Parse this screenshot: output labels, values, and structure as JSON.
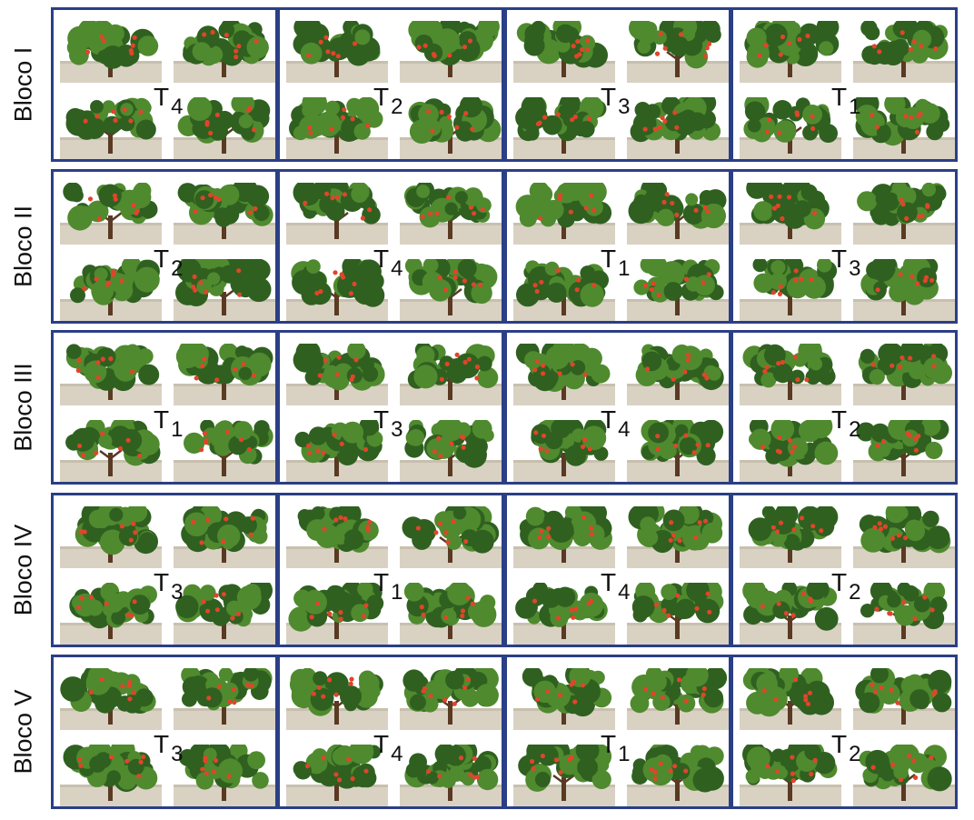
{
  "blocks": [
    {
      "label": "Bloco I",
      "treatments": [
        {
          "letter": "T",
          "num": "4"
        },
        {
          "letter": "T",
          "num": "2"
        },
        {
          "letter": "T",
          "num": "3"
        },
        {
          "letter": "T",
          "num": "1"
        }
      ]
    },
    {
      "label": "Bloco II",
      "treatments": [
        {
          "letter": "T",
          "num": "2"
        },
        {
          "letter": "T",
          "num": "4"
        },
        {
          "letter": "T",
          "num": "1"
        },
        {
          "letter": "T",
          "num": "3"
        }
      ]
    },
    {
      "label": "Bloco III",
      "treatments": [
        {
          "letter": "T",
          "num": "1"
        },
        {
          "letter": "T",
          "num": "3"
        },
        {
          "letter": "T",
          "num": "4"
        },
        {
          "letter": "T",
          "num": "2"
        }
      ]
    },
    {
      "label": "Bloco IV",
      "treatments": [
        {
          "letter": "T",
          "num": "3"
        },
        {
          "letter": "T",
          "num": "1"
        },
        {
          "letter": "T",
          "num": "4"
        },
        {
          "letter": "T",
          "num": "2"
        }
      ]
    },
    {
      "label": "Bloco V",
      "treatments": [
        {
          "letter": "T",
          "num": "3"
        },
        {
          "letter": "T",
          "num": "4"
        },
        {
          "letter": "T",
          "num": "1"
        },
        {
          "letter": "T",
          "num": "2"
        }
      ]
    }
  ],
  "colors": {
    "border": "#2b3f86",
    "foliage": "#4f8a2e",
    "foliage_dark": "#2f6020",
    "fruit": "#e0452a",
    "ground": "#d9d2c3",
    "trunk": "#5a3a22"
  }
}
